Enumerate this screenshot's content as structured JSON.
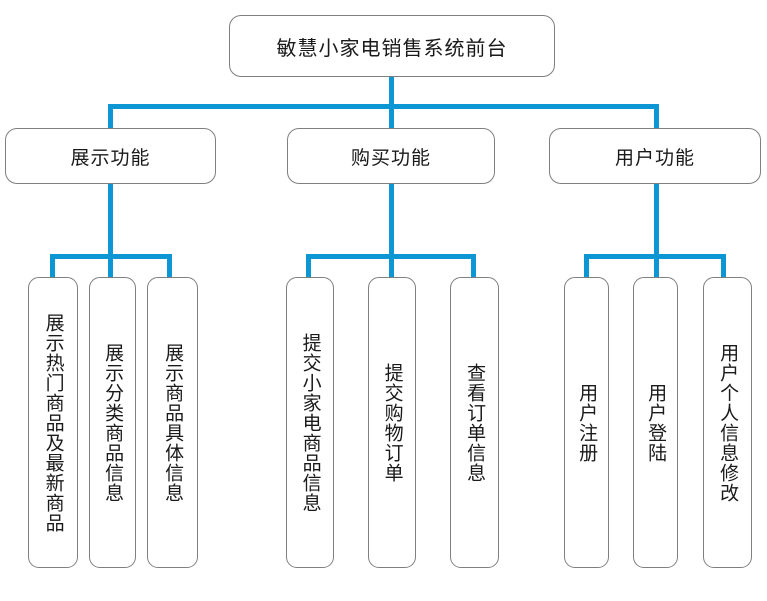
{
  "diagram": {
    "title": "敏慧小家电销售系统前台",
    "type": "tree",
    "orientation": "top-down",
    "connector_color": "#0c96d4",
    "node_border_color": "#7f7f7f",
    "node_text_color": "#1a1a1a",
    "background_color": "#ffffff"
  },
  "root": {
    "label": "敏慧小家电销售系统前台"
  },
  "branches": [
    {
      "label": "展示功能",
      "leaves": [
        {
          "label": "展示热门商品及最新商品"
        },
        {
          "label": "展示分类商品信息"
        },
        {
          "label": "展示商品具体信息"
        }
      ]
    },
    {
      "label": "购买功能",
      "leaves": [
        {
          "label": "提交小家电商品信息"
        },
        {
          "label": "提交购物订单"
        },
        {
          "label": "查看订单信息"
        }
      ]
    },
    {
      "label": "用户功能",
      "leaves": [
        {
          "label": "用户注册"
        },
        {
          "label": "用户登陆"
        },
        {
          "label": "用户个人信息修改"
        }
      ]
    }
  ]
}
